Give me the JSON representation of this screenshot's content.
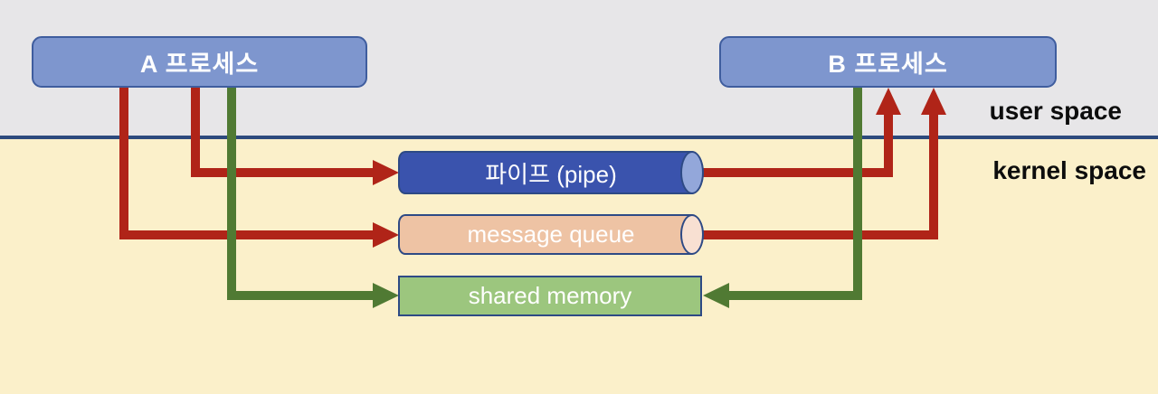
{
  "diagram": {
    "title_semantic": "inter-process communication between user space and kernel space"
  },
  "processes": {
    "a": "A 프로세스",
    "b": "B 프로세스"
  },
  "ipc": {
    "pipe": "파이프 (pipe)",
    "message_queue": "message queue",
    "shared_memory": "shared memory"
  },
  "labels": {
    "user_space": "user space",
    "kernel_space": "kernel space"
  },
  "colors": {
    "bg_user": "#e7e6e8",
    "bg_kernel": "#fbf0ca",
    "divider": "#2d4a7d",
    "process_fill": "#7e96ce",
    "process_border": "#3f5d9e",
    "pipe_fill": "#3a53ad",
    "pipe_cap": "#93a7da",
    "mq_fill": "#eec3a4",
    "mq_cap": "#f8e0d2",
    "shared_fill": "#9cc67e",
    "shape_border": "#2e4a85",
    "arrow_red": "#b02418",
    "arrow_green": "#507a33",
    "label_text": "#0d0d0d",
    "shape_text": "#ffffff"
  }
}
